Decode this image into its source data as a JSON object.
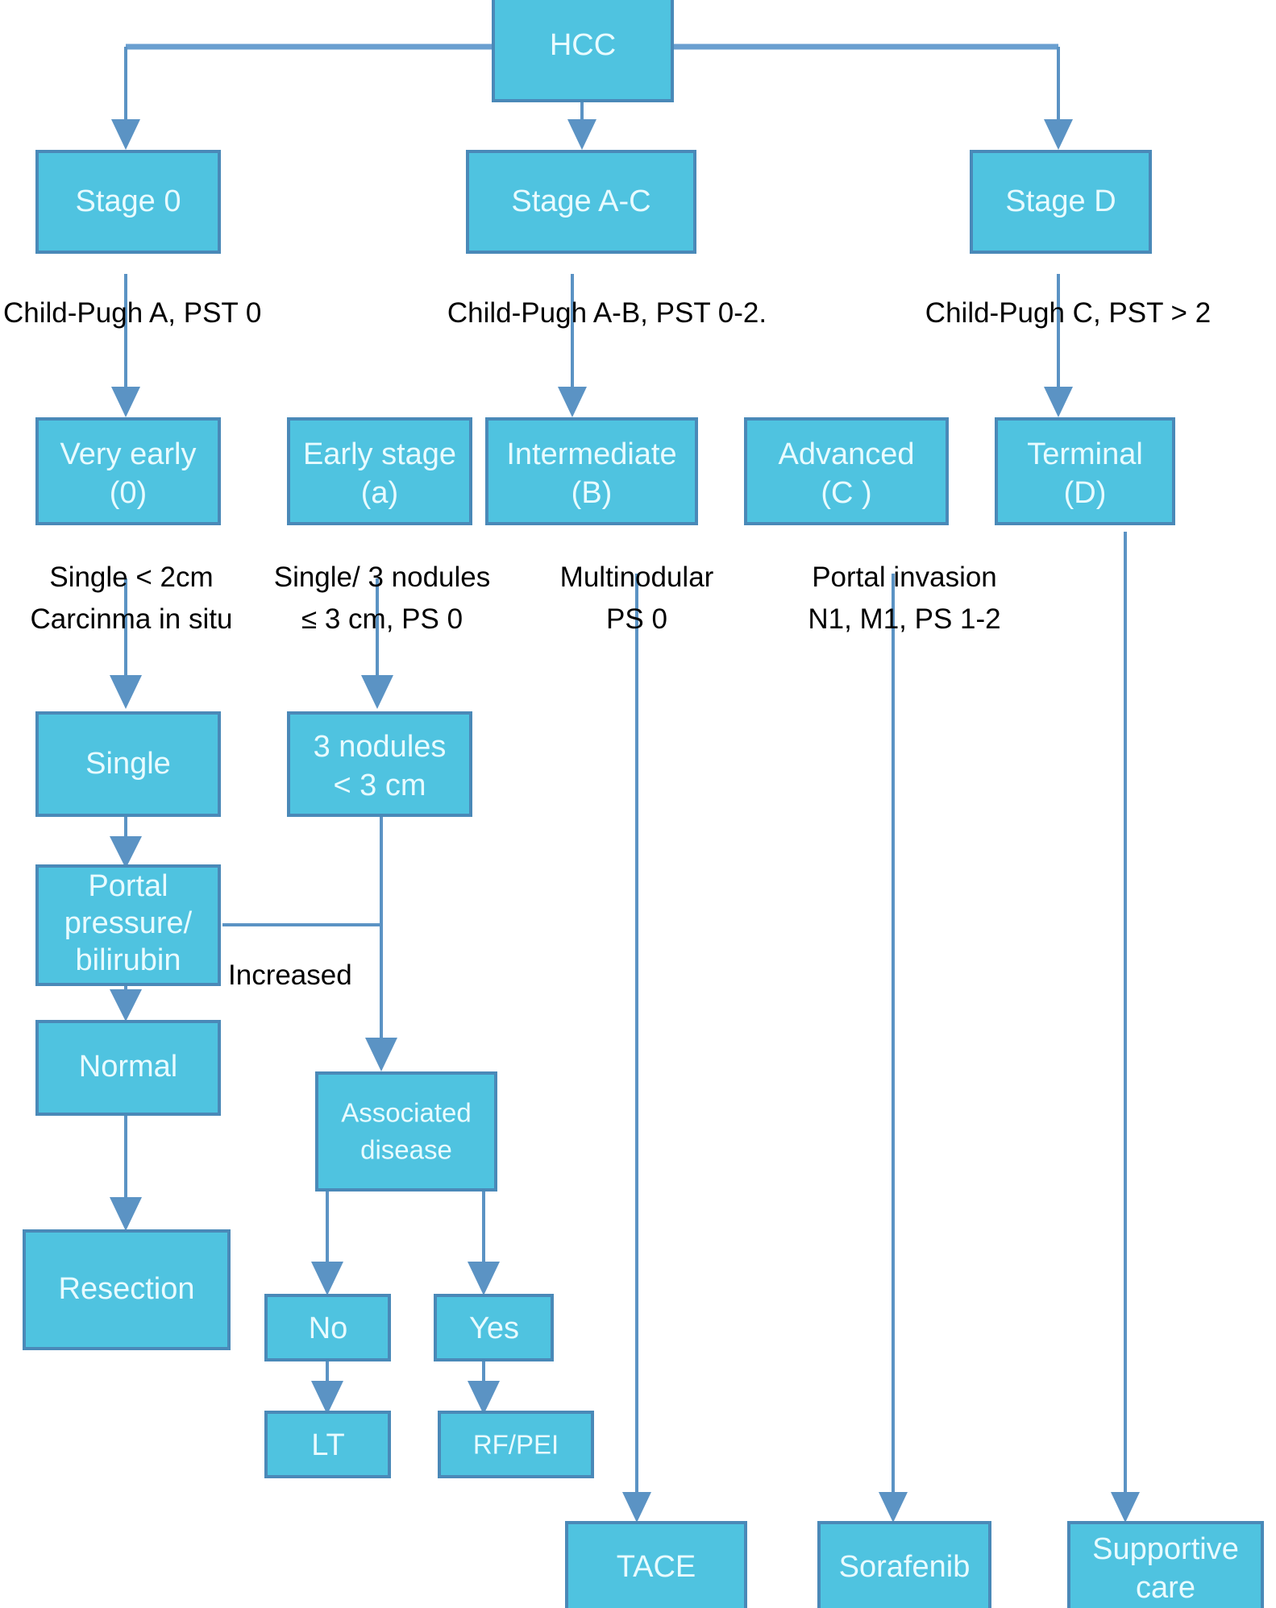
{
  "diagram": {
    "title": "HCC staging and treatment algorithm",
    "colors": {
      "node_fill": "#4FC3E0",
      "node_stroke": "#4a89b8",
      "node_text": "#e8fbff",
      "edge": "#5b93c4",
      "note_text": "#000000",
      "background": "#ffffff"
    },
    "nodes": [
      {
        "id": "hcc",
        "label": "HCC"
      },
      {
        "id": "stage0",
        "label": "Stage 0"
      },
      {
        "id": "stageac",
        "label": "Stage  A-C"
      },
      {
        "id": "staged",
        "label": "Stage D"
      },
      {
        "id": "veryearly_l1",
        "label": "Very early"
      },
      {
        "id": "veryearly_l2",
        "label": "(0)"
      },
      {
        "id": "earlystage_l1",
        "label": "Early stage"
      },
      {
        "id": "earlystage_l2",
        "label": "(a)"
      },
      {
        "id": "intermediate_l1",
        "label": "Intermediate"
      },
      {
        "id": "intermediate_l2",
        "label": "(B)"
      },
      {
        "id": "advanced_l1",
        "label": "Advanced"
      },
      {
        "id": "advanced_l2",
        "label": "(C )"
      },
      {
        "id": "terminal_l1",
        "label": "Terminal"
      },
      {
        "id": "terminal_l2",
        "label": "(D)"
      },
      {
        "id": "single",
        "label": "Single"
      },
      {
        "id": "nodules_l1",
        "label": "3 nodules"
      },
      {
        "id": "nodules_l2",
        "label": "< 3 cm"
      },
      {
        "id": "portal_l1",
        "label": "Portal"
      },
      {
        "id": "portal_l2",
        "label": "pressure/"
      },
      {
        "id": "portal_l3",
        "label": "bilirubin"
      },
      {
        "id": "normal",
        "label": "Normal"
      },
      {
        "id": "resection",
        "label": "Resection"
      },
      {
        "id": "assoc_l1",
        "label": "Associated"
      },
      {
        "id": "assoc_l2",
        "label": "disease"
      },
      {
        "id": "no",
        "label": "No"
      },
      {
        "id": "yes",
        "label": "Yes"
      },
      {
        "id": "lt",
        "label": "LT"
      },
      {
        "id": "rfpei",
        "label": "RF/PEI"
      },
      {
        "id": "tace",
        "label": "TACE"
      },
      {
        "id": "sorafenib",
        "label": "Sorafenib"
      },
      {
        "id": "supportive_l1",
        "label": "Supportive"
      },
      {
        "id": "supportive_l2",
        "label": "care"
      }
    ],
    "notes": [
      {
        "id": "note-childpugh-a",
        "text": "Child-Pugh A, PST 0"
      },
      {
        "id": "note-childpugh-ab",
        "text": "Child-Pugh A-B, PST 0-2."
      },
      {
        "id": "note-childpugh-c",
        "text": "Child-Pugh C, PST > 2"
      },
      {
        "id": "note-single-l1",
        "text": "Single < 2cm"
      },
      {
        "id": "note-single-l2",
        "text": "Carcinma in situ"
      },
      {
        "id": "note-nodules-l1",
        "text": "Single/ 3 nodules"
      },
      {
        "id": "note-nodules-l2",
        "text": "≤ 3 cm, PS 0"
      },
      {
        "id": "note-multi-l1",
        "text": "Multinodular"
      },
      {
        "id": "note-multi-l2",
        "text": "PS 0"
      },
      {
        "id": "note-portal-l1",
        "text": "Portal invasion"
      },
      {
        "id": "note-portal-l2",
        "text": "N1, M1, PS 1-2"
      },
      {
        "id": "edge-label-increased",
        "text": "Increased"
      }
    ]
  }
}
